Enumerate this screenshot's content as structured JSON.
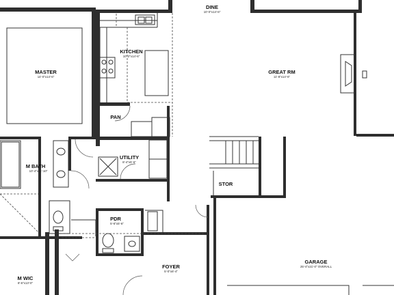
{
  "rooms": {
    "dine": {
      "name": "DINE",
      "dims": "10'-0\"x14'-6\""
    },
    "kitchen": {
      "name": "KITCHEN",
      "dims": "10'-2\"x14'-6\""
    },
    "master": {
      "name": "MASTER",
      "dims": "14'-0\"x14'-6\""
    },
    "great_rm": {
      "name": "GREAT RM",
      "dims": "11'-8\"x14'-6\""
    },
    "pan": {
      "name": "PAN"
    },
    "utility": {
      "name": "UTILITY",
      "dims": "8'-4\"x5'-6\""
    },
    "m_bath": {
      "name": "M BATH",
      "dims": "10'-4\"x11'-10\""
    },
    "stor": {
      "name": "STOR"
    },
    "pdr": {
      "name": "PDR",
      "dims": "5'-6\"x5'-6\""
    },
    "foyer": {
      "name": "FOYER",
      "dims": "5'-0\"x6'-4\""
    },
    "garage": {
      "name": "GARAGE",
      "dims": "25'-4\"x21'-0\" OVERALL"
    },
    "m_wic": {
      "name": "M WIC",
      "dims": "8'-6\"x13'-0\""
    }
  },
  "colors": {
    "wall": "#2e2e2e",
    "line": "#333333",
    "background": "#ffffff"
  }
}
